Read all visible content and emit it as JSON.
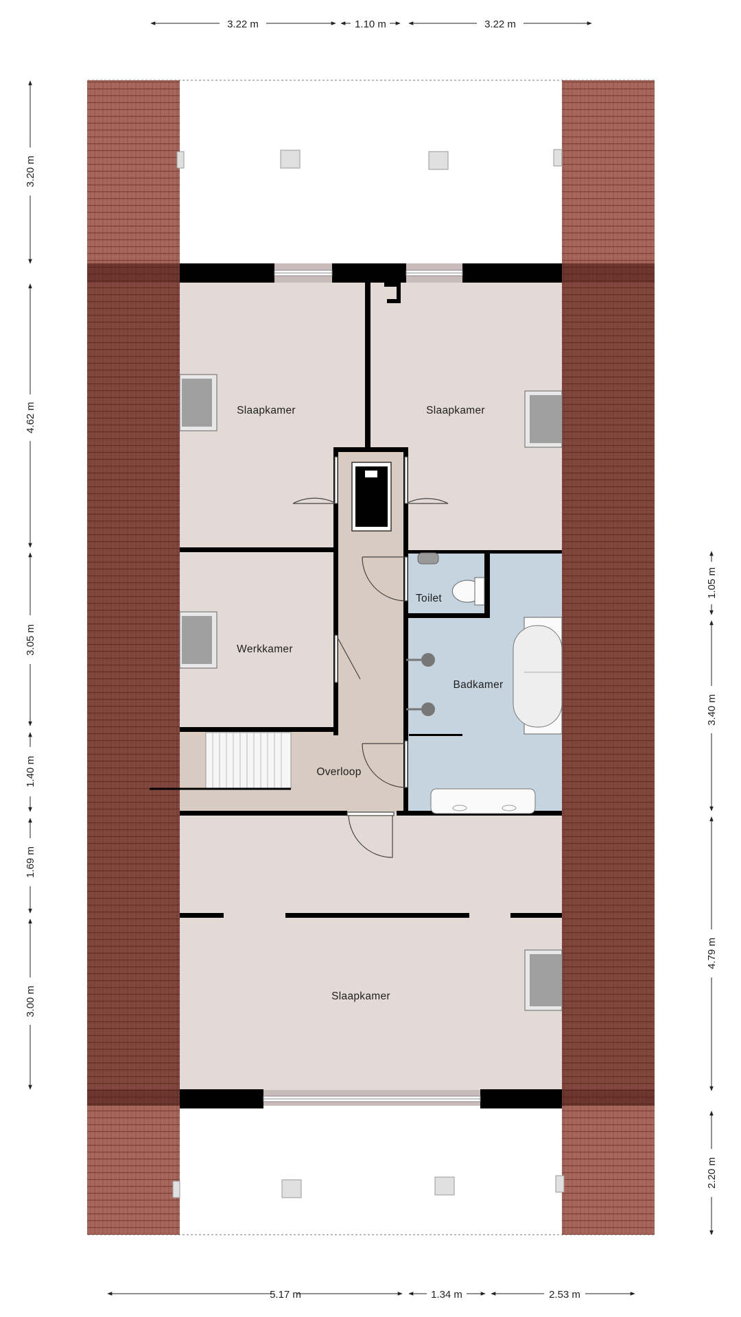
{
  "rooms": {
    "slaapkamer_left": "Slaapkamer",
    "slaapkamer_right": "Slaapkamer",
    "werkkamer": "Werkkamer",
    "toilet": "Toilet",
    "badkamer": "Badkamer",
    "overloop": "Overloop",
    "slaapkamer_bottom": "Slaapkamer"
  },
  "dimensions": {
    "top": [
      "3.22 m",
      "1.10 m",
      "3.22 m"
    ],
    "bottom": [
      "5.17 m",
      "1.34 m",
      "2.53 m"
    ],
    "left": [
      "3.20 m",
      "4.62 m",
      "3.05 m",
      "1.40 m",
      "1.69 m",
      "3.00 m"
    ],
    "right": [
      "1.05 m",
      "3.40 m",
      "4.79 m",
      "2.20 m"
    ]
  },
  "colors": {
    "roof_tiles": "#9a5a50",
    "bedroom_floor": "#e3dad6",
    "hallway_floor": "#d7cbc2",
    "wet_room_floor": "#c6d4e0",
    "walls": "#000000"
  }
}
